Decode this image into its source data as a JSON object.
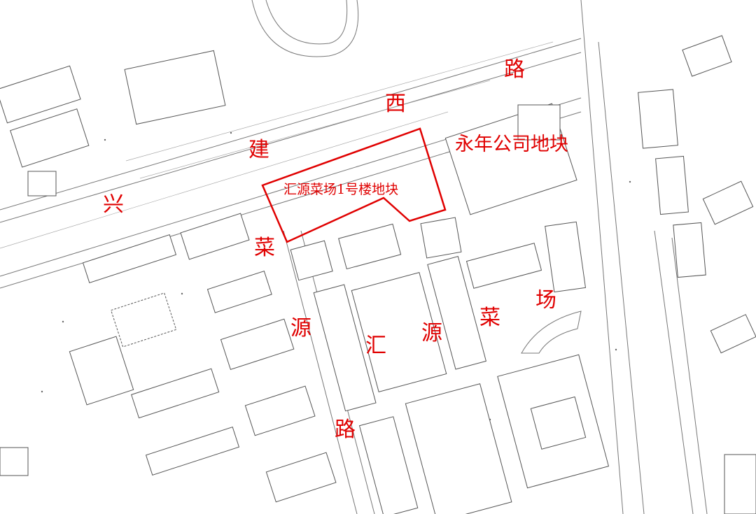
{
  "labels": {
    "road_north": [
      "兴",
      "建",
      "西",
      "路"
    ],
    "road_west": [
      "菜",
      "源",
      "路"
    ],
    "market": [
      "汇",
      "源",
      "菜",
      "场"
    ],
    "site_parcel": "汇源菜场1号楼地块",
    "yongnian_parcel": "永年公司地块"
  },
  "colors": {
    "label": "#e00000",
    "boundary": "#e00000",
    "linework": "#555555"
  }
}
